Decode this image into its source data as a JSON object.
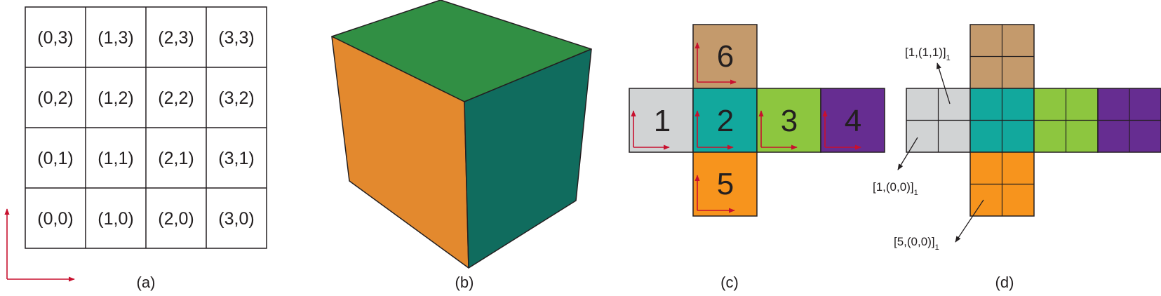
{
  "colors": {
    "axis_red": "#c8102e",
    "line": "#231f20",
    "face_1": "#d1d3d4",
    "face_2": "#12a89d",
    "face_3": "#8dc63f",
    "face_4": "#662d91",
    "face_5": "#f7941d",
    "face_6": "#c49a6c",
    "cube_top": "#318f44",
    "cube_left": "#e3892e",
    "cube_right": "#106c5e"
  },
  "panel_a": {
    "caption": "(a)",
    "rows": [
      [
        "(0,3)",
        "(1,3)",
        "(2,3)",
        "(3,3)"
      ],
      [
        "(0,2)",
        "(1,2)",
        "(2,2)",
        "(3,2)"
      ],
      [
        "(0,1)",
        "(1,1)",
        "(2,1)",
        "(3,1)"
      ],
      [
        "(0,0)",
        "(1,0)",
        "(2,0)",
        "(3,0)"
      ]
    ]
  },
  "panel_b": {
    "caption": "(b)"
  },
  "panel_c": {
    "caption": "(c)",
    "faces": [
      "1",
      "2",
      "3",
      "4",
      "5",
      "6"
    ]
  },
  "panel_d": {
    "caption": "(d)",
    "annotations": [
      {
        "main": "[1,(1,1)]",
        "sub": "1"
      },
      {
        "main": "[1,(0,0)]",
        "sub": "1"
      },
      {
        "main": "[5,(0,0)]",
        "sub": "1"
      }
    ]
  }
}
